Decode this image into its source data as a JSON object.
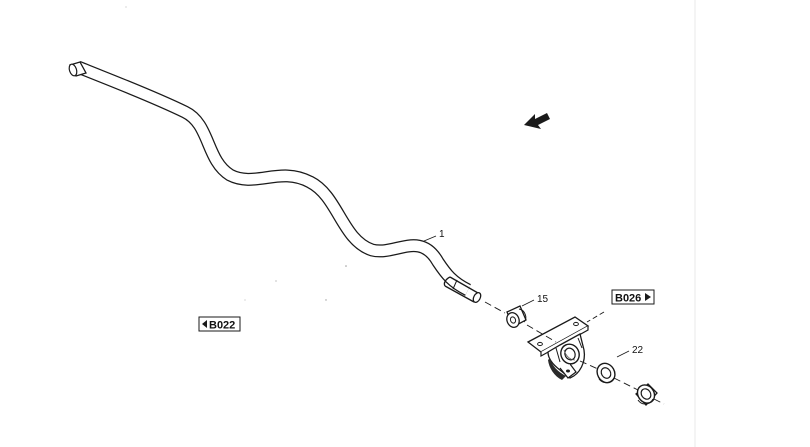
{
  "callouts": {
    "part_1": "1",
    "part_15": "15",
    "part_22": "22"
  },
  "refs": {
    "left": "B022",
    "right": "B026"
  },
  "colors": {
    "line": "#1a1a1a",
    "paper": "#ffffff",
    "margin_line": "#e8e8e8"
  },
  "icons": {
    "direction": "direction-arrow-icon",
    "ref_left": "triangle-left-icon",
    "ref_right": "triangle-right-icon"
  }
}
